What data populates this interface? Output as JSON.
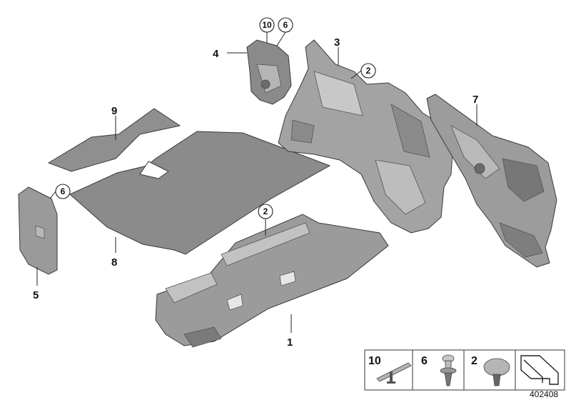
{
  "callouts": {
    "c1": "1",
    "c2a": "2",
    "c2b": "2",
    "c3": "3",
    "c4": "4",
    "c5": "5",
    "c6a": "6",
    "c6b": "6",
    "c7": "7",
    "c8": "8",
    "c9": "9",
    "c10": "10"
  },
  "legend": {
    "item_a": "10",
    "item_b": "6",
    "item_c": "2"
  },
  "figure_number": "402408",
  "colors": {
    "part_fill": "#8e8e8e",
    "part_light": "#c9c9c9",
    "part_dark": "#6e6e6e",
    "outline": "#3a3a3a"
  }
}
